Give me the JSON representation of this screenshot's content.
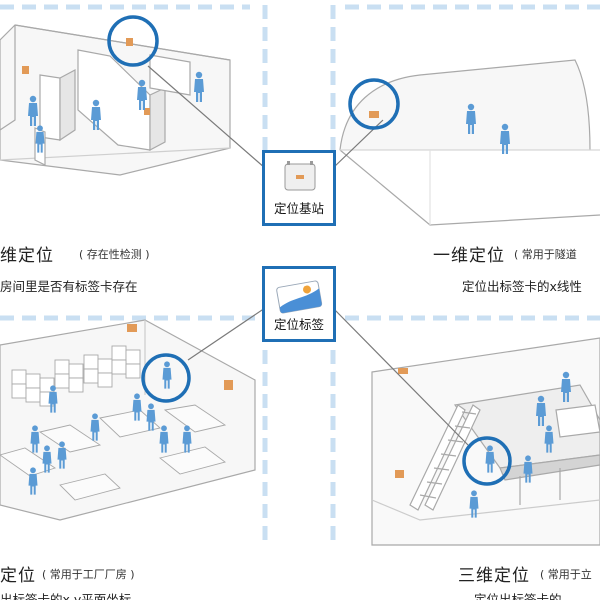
{
  "labels": {
    "station_box": "定位基站",
    "tag_box": "定位标签",
    "q1_title": "维定位",
    "q1_paren": "( 存在性检测 )",
    "q1_sub": "房间里是否有标签卡存在",
    "q2_title": "一维定位",
    "q2_paren": "( 常用于隧道",
    "q2_sub": "定位出标签卡的x线性",
    "q3_title": "定位",
    "q3_paren": "( 常用于工厂厂房 )",
    "q3_sub": "出标签卡的x,y平面坐标",
    "q4_title": "三维定位",
    "q4_paren": "( 常用于立",
    "q4_sub": "定位出标签卡的"
  },
  "colors": {
    "accent": "#1f6fb5",
    "dash": "#c9dff2",
    "person": "#5b9bd5",
    "device": "#e29a57",
    "line": "#7a7a7a"
  }
}
